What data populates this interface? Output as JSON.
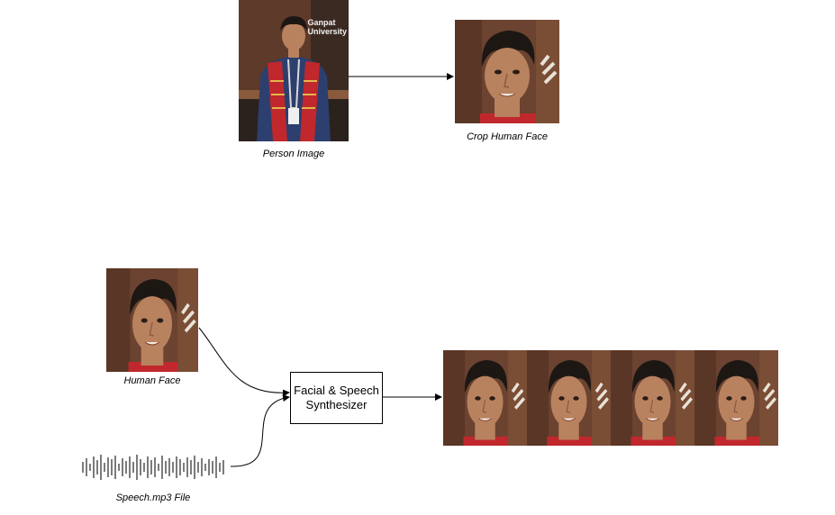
{
  "captions": {
    "person_image": "Person Image",
    "crop_face": "Crop Human Face",
    "human_face": "Human Face",
    "speech_file": "Speech.mp3 File"
  },
  "synthesizer": {
    "line1": "Facial & Speech",
    "line2": "Synthesizer"
  },
  "person_photo": {
    "sign_text_line1": "Ganpat",
    "sign_text_line2": "University"
  },
  "output_frames": {
    "count": 4
  },
  "colors": {
    "skin": "#b9825f",
    "hair": "#1d1714",
    "background_wood": "#6b4330",
    "stole_red": "#c0282d",
    "shirt_blue": "#2d3f6e",
    "stroke": "#000000"
  }
}
